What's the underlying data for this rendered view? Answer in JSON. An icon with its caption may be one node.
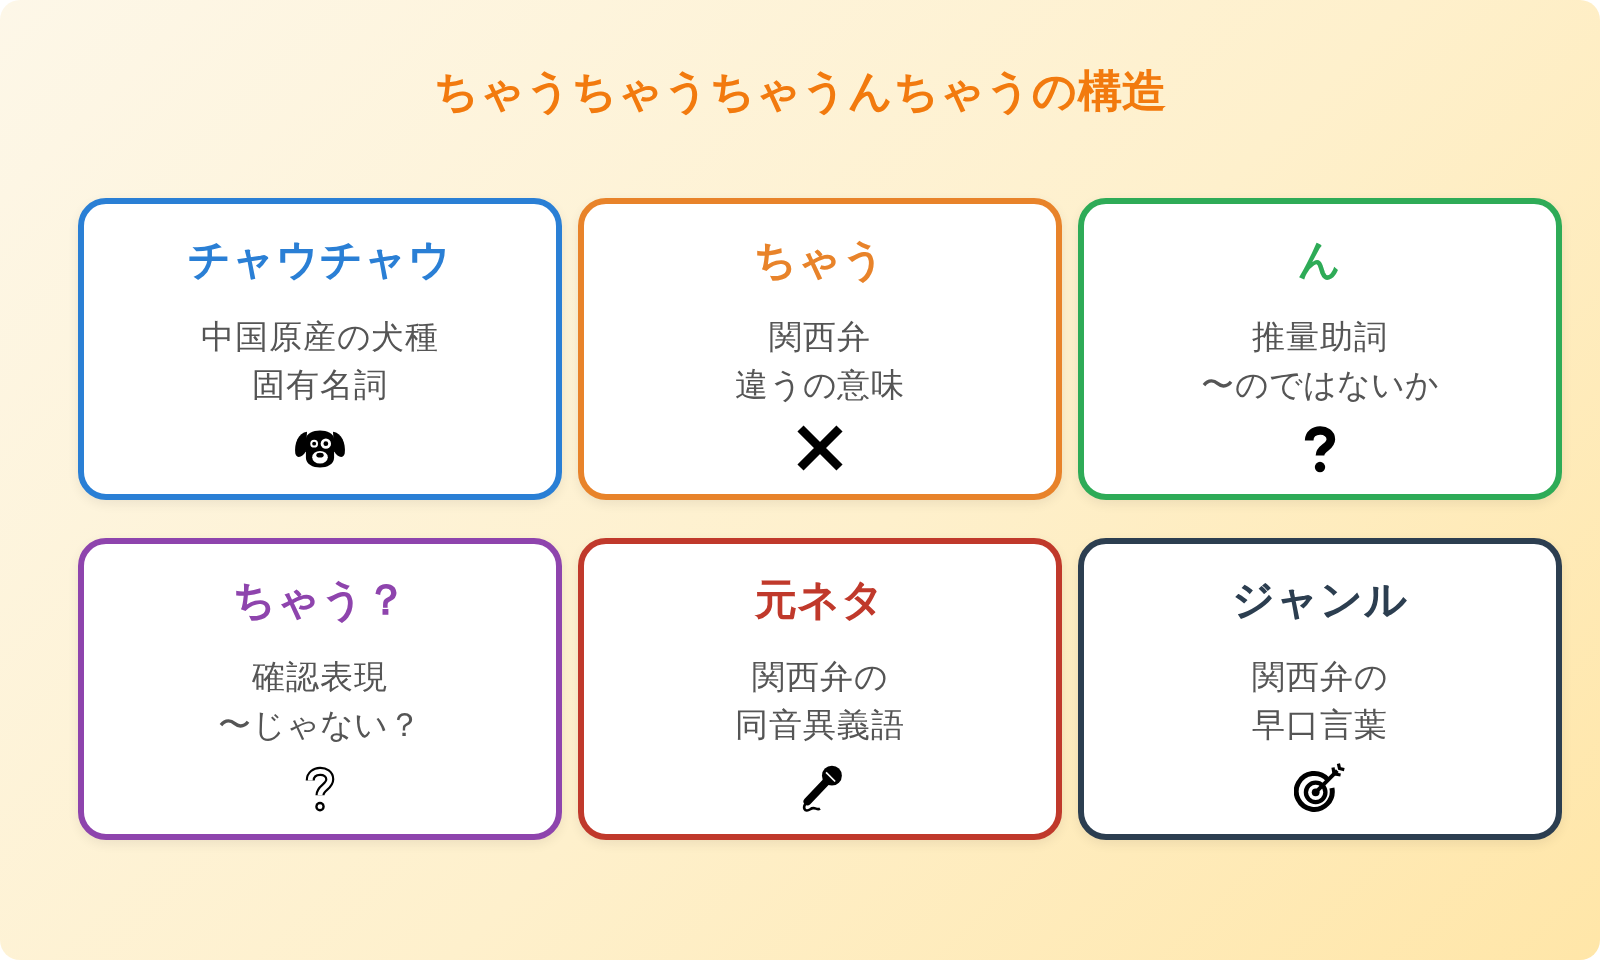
{
  "diagram": {
    "title": "ちゃうちゃうちゃうんちゃうの構造",
    "nodes": [
      {
        "text": [
          "チャウチャウ",
          "中国原産の犬種",
          "固有名詞"
        ]
      },
      {
        "text": [
          "ちゃう",
          "関西弁",
          "違うの意味"
        ]
      },
      {
        "text": [
          "ん",
          "推量助詞",
          "〜のではないか"
        ]
      },
      {
        "text": [
          "ちゃう？",
          "確認表現",
          "〜じゃない？"
        ]
      },
      {
        "text": [
          "元ネタ",
          "関西弁の同音異義語"
        ]
      },
      {
        "text": [
          "ジャンル",
          "関西弁の早口言葉"
        ]
      }
    ]
  }
}
